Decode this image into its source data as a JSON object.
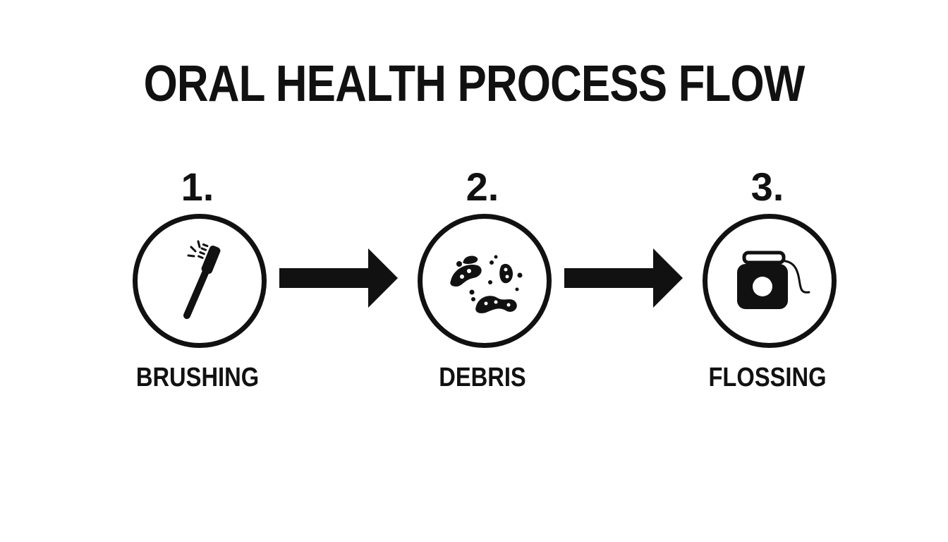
{
  "title": "ORAL HEALTH PROCESS FLOW",
  "steps": [
    {
      "number": "1.",
      "label": "BRUSHING",
      "icon": "toothbrush-icon"
    },
    {
      "number": "2.",
      "label": "DEBRIS",
      "icon": "bacteria-icon"
    },
    {
      "number": "3.",
      "label": "FLOSSING",
      "icon": "floss-icon"
    }
  ],
  "colors": {
    "ink": "#111111",
    "background": "#ffffff"
  }
}
